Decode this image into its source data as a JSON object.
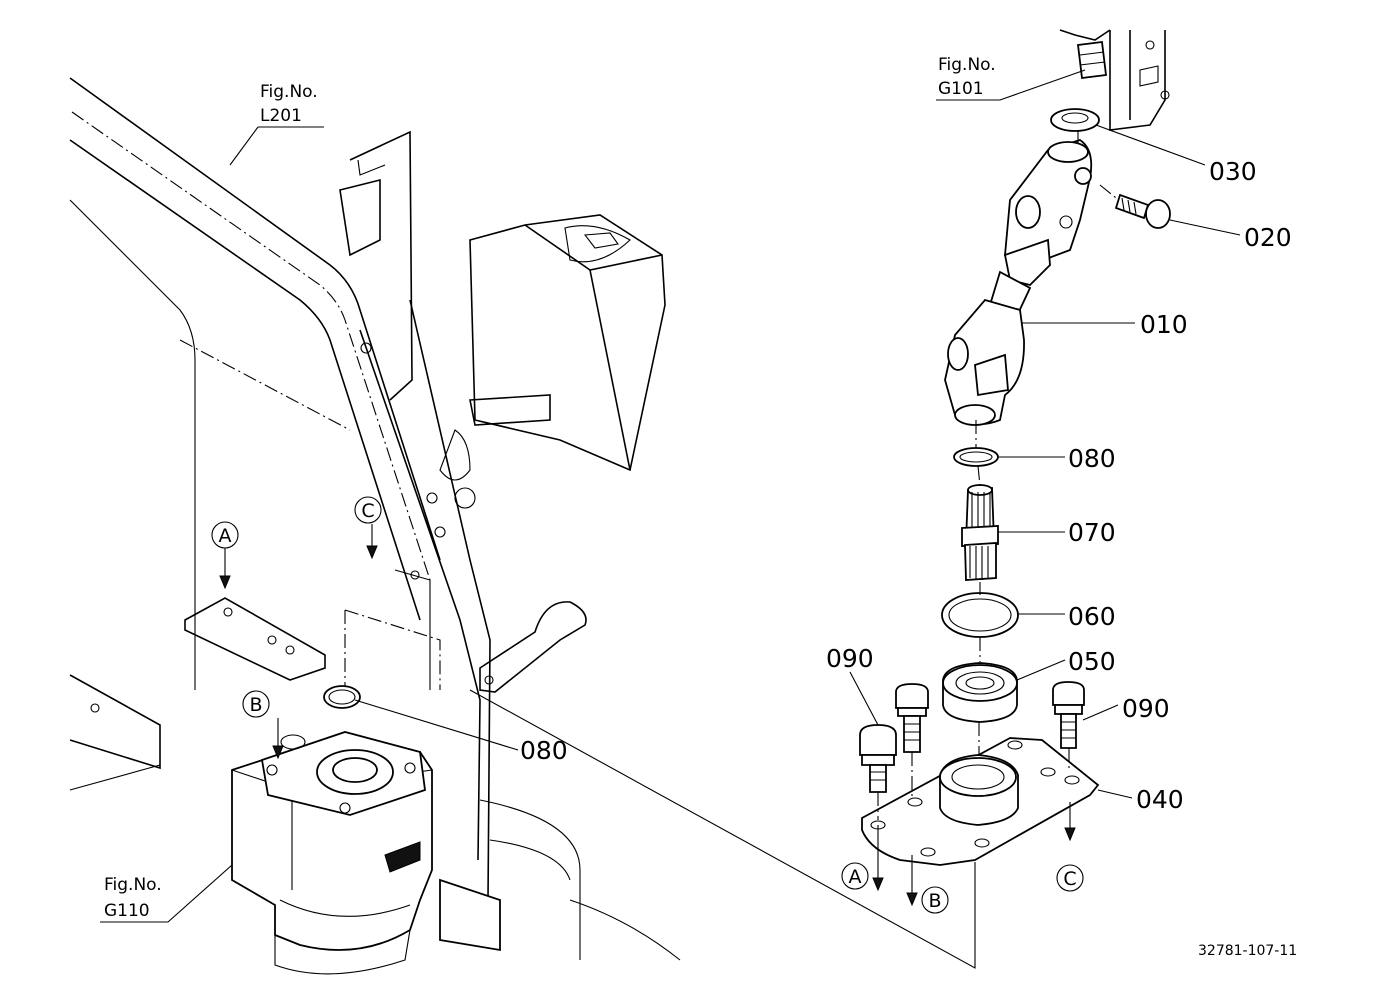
{
  "figure_refs": [
    {
      "id": "l201",
      "prefix": "Fig.No.",
      "code": "L201"
    },
    {
      "id": "g101",
      "prefix": "Fig.No.",
      "code": "G101"
    },
    {
      "id": "g110",
      "prefix": "Fig.No.",
      "code": "G110"
    }
  ],
  "parts": {
    "p010": "010",
    "p020": "020",
    "p030": "030",
    "p040": "040",
    "p050": "050",
    "p060": "060",
    "p070": "070",
    "p080_a": "080",
    "p080_b": "080",
    "p090_a": "090",
    "p090_b": "090"
  },
  "markers": {
    "a_left": "A",
    "b_left": "B",
    "c_left": "C",
    "a_right": "A",
    "b_right": "B",
    "c_right": "C"
  },
  "document_number": "32781-107-11"
}
